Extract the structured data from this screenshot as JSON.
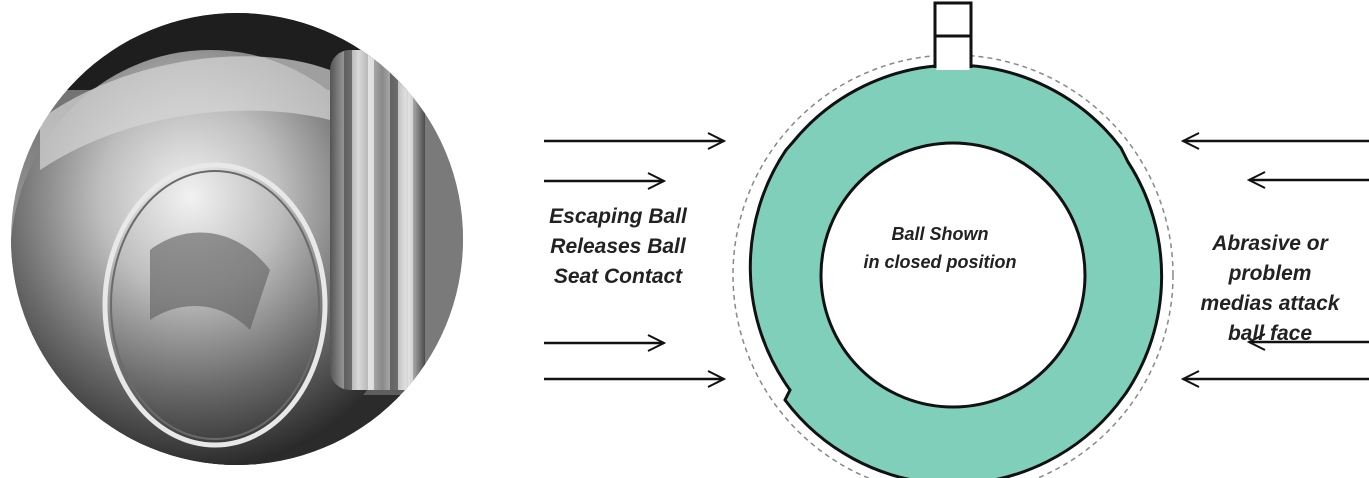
{
  "photo": {
    "subject": "ball-valve-photo"
  },
  "diagram": {
    "colors": {
      "ring_fill": "#7fcfbb",
      "stroke": "#111111",
      "dashed_outline": "#888888",
      "arrow": "#111111"
    },
    "left_caption": [
      "Escaping Ball",
      "Releases Ball",
      "Seat Contact"
    ],
    "center_caption": [
      "Ball Shown",
      "in closed position"
    ],
    "right_caption": [
      "Abrasive or",
      "problem",
      "medias attack",
      "ball face"
    ]
  }
}
